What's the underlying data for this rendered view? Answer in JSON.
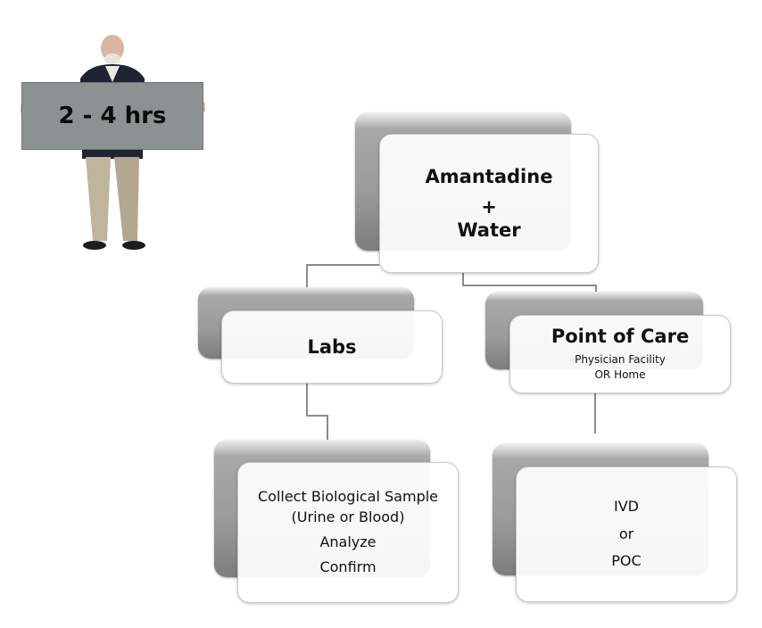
{
  "sign": {
    "text": "2 - 4 hrs"
  },
  "top": {
    "line1": "Amantadine",
    "line2": "+",
    "line3": "Water"
  },
  "labs": {
    "title": "Labs"
  },
  "poc": {
    "title": "Point of Care",
    "sub1": "Physician Facility",
    "sub2": "OR Home"
  },
  "collect": {
    "line1": "Collect Biological Sample",
    "line2": "(Urine or Blood)",
    "line3": "Analyze",
    "line4": "Confirm"
  },
  "ivd": {
    "line1": "IVD",
    "line2": "or",
    "line3": "POC"
  }
}
